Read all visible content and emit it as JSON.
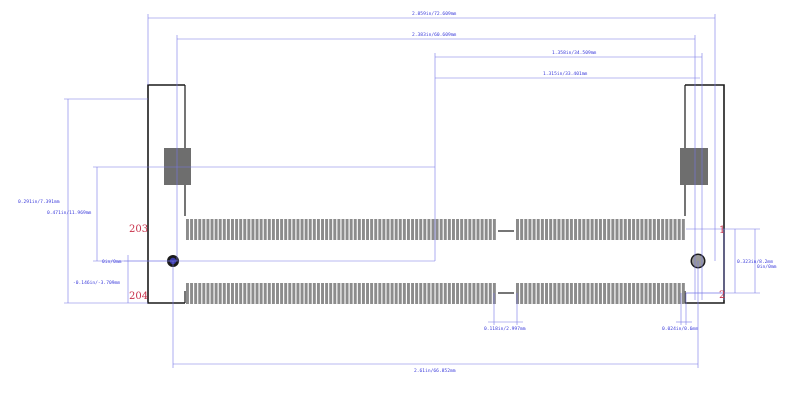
{
  "colors": {
    "dimension": "#7777e6",
    "dimension_text": "#3a3adb",
    "pin_label": "#c8324b",
    "pad": "#8c8c8c",
    "pad_dark": "#6e6e6e",
    "outline": "#1a1a1a"
  },
  "dimensions": {
    "overall_width": "2.859in/72.609mm",
    "inner_width": "2.383in/60.609mm",
    "right_offset_1": "1.358in/34.509mm",
    "right_offset_2": "1.315in/33.401mm",
    "left_height_1": "0.291in/7.391mm",
    "left_height_2": "0.471in/11.969mm",
    "zero_mark": "0in/0mm",
    "neg_offset": "-0.146in/-3.709mm",
    "right_height": "0.323in/8.2mm",
    "right_zero": "0in/0mm",
    "notch_gap": "0.118in/2.997mm",
    "pad_pitch": "0.024in/0.6mm",
    "bottom_width": "2.61in/66.852mm"
  },
  "pins": {
    "top_left": "203",
    "bottom_left": "204",
    "top_right": "1",
    "bottom_right": "2"
  },
  "pad_rows": {
    "top_left_count": 76,
    "top_right_count": 41,
    "bottom_left_count": 76,
    "bottom_right_count": 41
  }
}
